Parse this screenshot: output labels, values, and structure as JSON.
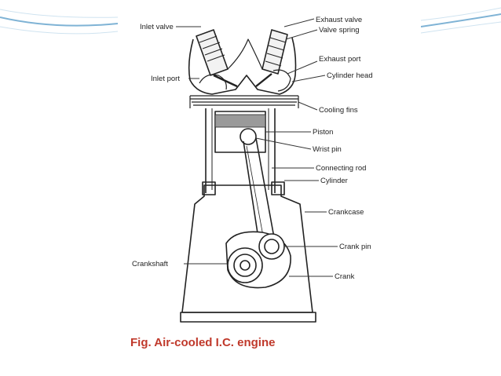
{
  "slide": {
    "caption": "Fig. Air-cooled I.C. engine",
    "colors": {
      "caption": "#c0392b",
      "swoosh": "#7fb3d5",
      "swoosh_light": "#cfe3f0",
      "line": "#222222",
      "leader": "#333333"
    }
  },
  "diagram": {
    "labels": {
      "inlet_valve": "Inlet valve",
      "exhaust_valve": "Exhaust valve",
      "valve_spring": "Valve spring",
      "exhaust_port": "Exhaust port",
      "inlet_port": "Inlet port",
      "cylinder_head": "Cylinder head",
      "cooling_fins": "Cooling fins",
      "piston": "Piston",
      "wrist_pin": "Wrist pin",
      "connecting_rod": "Connecting rod",
      "cylinder": "Cylinder",
      "crankcase": "Crankcase",
      "crank_pin": "Crank pin",
      "crankshaft": "Crankshaft",
      "crank": "Crank"
    }
  }
}
